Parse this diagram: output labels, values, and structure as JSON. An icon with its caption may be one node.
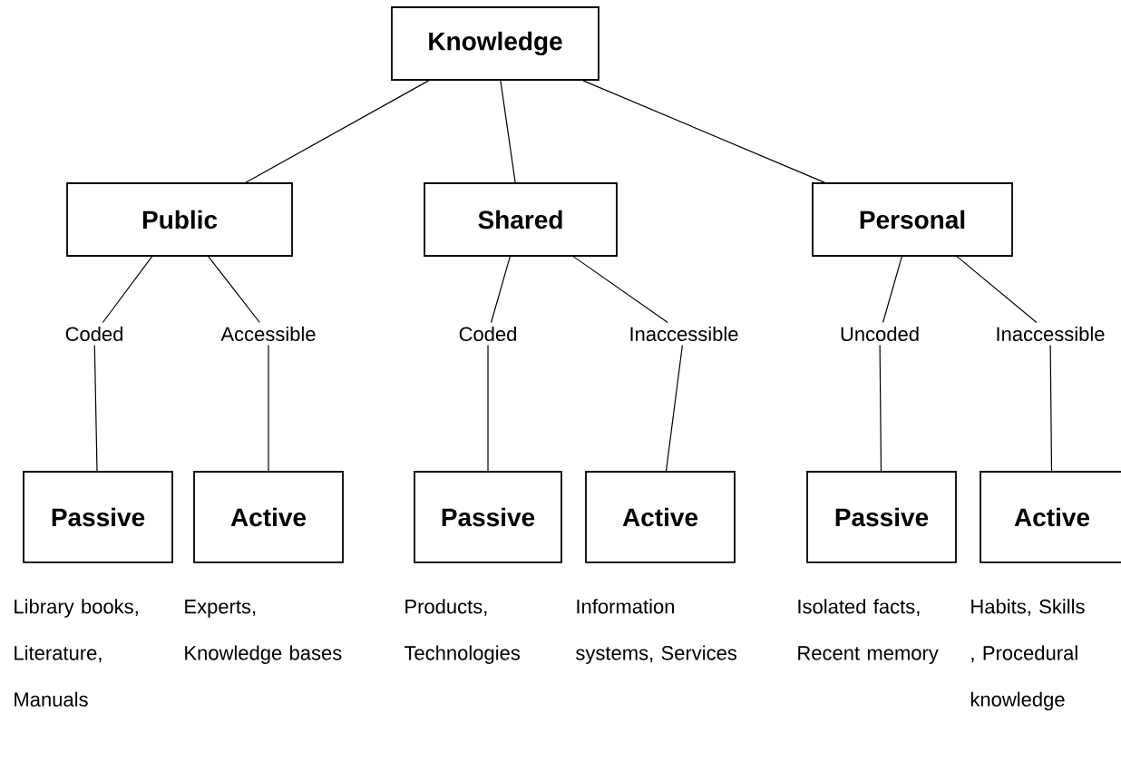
{
  "diagram": {
    "nodes": [
      {
        "text": [
          "Knowledge"
        ]
      },
      {
        "text": [
          "Public"
        ]
      },
      {
        "text": [
          "Shared"
        ]
      },
      {
        "text": [
          "Personal"
        ]
      },
      {
        "text": [
          "Coded"
        ]
      },
      {
        "text": [
          "Accessible"
        ]
      },
      {
        "text": [
          "Coded"
        ]
      },
      {
        "text": [
          "Inaccessible"
        ]
      },
      {
        "text": [
          "Uncoded"
        ]
      },
      {
        "text": [
          "Inaccessible"
        ]
      },
      {
        "text": [
          "Passive"
        ],
        "beside": [
          "Library books, Literature, Manuals"
        ]
      },
      {
        "text": [
          "Active"
        ],
        "beside": [
          "Experts, Knowledge bases"
        ]
      },
      {
        "text": [
          "Passive"
        ],
        "beside": [
          "Products, Technologies"
        ]
      },
      {
        "text": [
          "Active"
        ],
        "beside": [
          "Information systems, Services"
        ]
      },
      {
        "text": [
          "Passive"
        ],
        "beside": [
          "Isolated facts, Recent memory"
        ]
      },
      {
        "text": [
          "Active"
        ],
        "beside": [
          "Habits, Skills , Procedural knowledge"
        ]
      }
    ],
    "edges": [
      {
        "from": 0,
        "to": 1,
        "arrow": "none"
      },
      {
        "from": 0,
        "to": 2,
        "arrow": "none"
      },
      {
        "from": 0,
        "to": 3,
        "arrow": "none"
      },
      {
        "from": 1,
        "to": 4,
        "arrow": "none"
      },
      {
        "from": 1,
        "to": 5,
        "arrow": "none"
      },
      {
        "from": 2,
        "to": 6,
        "arrow": "none"
      },
      {
        "from": 2,
        "to": 7,
        "arrow": "none"
      },
      {
        "from": 3,
        "to": 8,
        "arrow": "none"
      },
      {
        "from": 3,
        "to": 9,
        "arrow": "none"
      },
      {
        "from": 4,
        "to": 10,
        "arrow": "none"
      },
      {
        "from": 5,
        "to": 11,
        "arrow": "none"
      },
      {
        "from": 6,
        "to": 12,
        "arrow": "none"
      },
      {
        "from": 7,
        "to": 13,
        "arrow": "none"
      },
      {
        "from": 8,
        "to": 14,
        "arrow": "none"
      },
      {
        "from": 9,
        "to": 15,
        "arrow": "none"
      }
    ]
  }
}
